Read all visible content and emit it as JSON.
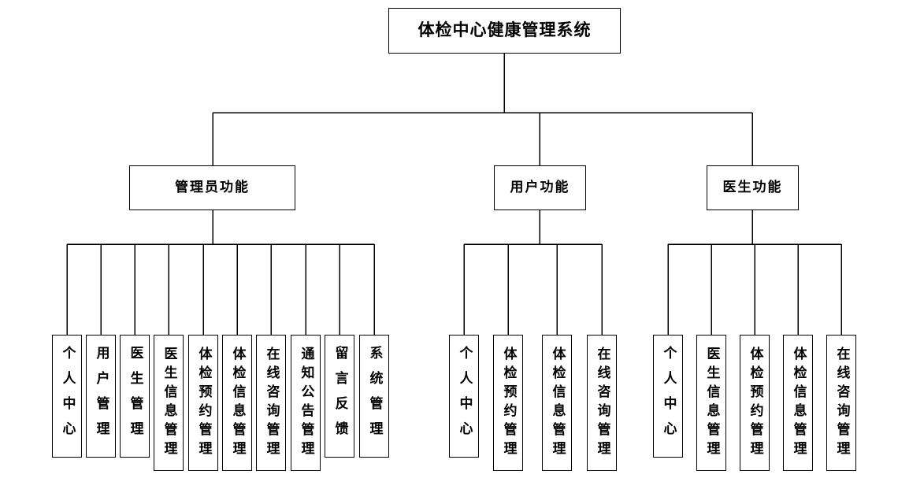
{
  "diagram": {
    "title": "体检中心健康管理系统",
    "colors": {
      "line": "#000000",
      "box_border": "#000000",
      "background": "#ffffff"
    },
    "root": {
      "label": "体检中心健康管理系统"
    },
    "branches": [
      {
        "label": "管理员功能",
        "children": [
          {
            "label": "个人中心"
          },
          {
            "label": "用户管理"
          },
          {
            "label": "医生管理"
          },
          {
            "label": "医生信息管理"
          },
          {
            "label": "体检预约管理"
          },
          {
            "label": "体检信息管理"
          },
          {
            "label": "在线咨询管理"
          },
          {
            "label": "通知公告管理"
          },
          {
            "label": "留言反馈"
          },
          {
            "label": "系统管理"
          }
        ]
      },
      {
        "label": "用户功能",
        "children": [
          {
            "label": "个人中心"
          },
          {
            "label": "体检预约管理"
          },
          {
            "label": "体检信息管理"
          },
          {
            "label": "在线咨询管理"
          }
        ]
      },
      {
        "label": "医生功能",
        "children": [
          {
            "label": "个人中心"
          },
          {
            "label": "医生信息管理"
          },
          {
            "label": "体检预约管理"
          },
          {
            "label": "体检信息管理"
          },
          {
            "label": "在线咨询管理"
          }
        ]
      }
    ]
  }
}
